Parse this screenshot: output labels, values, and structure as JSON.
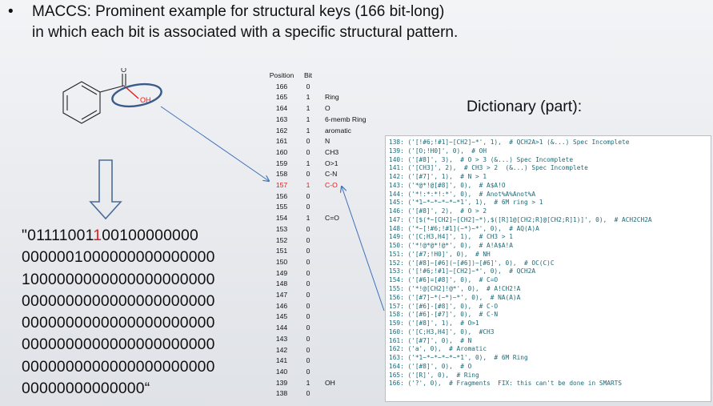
{
  "bullet": {
    "symbol": "•",
    "text": "MACCS: Prominent example for structural keys (166 bit-long)\nin which each bit is associated with a specific structural pattern."
  },
  "molecule": {
    "atoms": [
      "O",
      "OH"
    ],
    "highlight_color": "#e31b1b",
    "ring_color": "#3b5a8c"
  },
  "bit_string": {
    "lines": [
      {
        "before": "\"01111001",
        "red": "1",
        "after": "00100000000"
      },
      {
        "before": "0000001000000000000000",
        "red": "",
        "after": ""
      },
      {
        "before": "1000000000000000000000",
        "red": "",
        "after": ""
      },
      {
        "before": "0000000000000000000000",
        "red": "",
        "after": ""
      },
      {
        "before": "0000000000000000000000",
        "red": "",
        "after": ""
      },
      {
        "before": "0000000000000000000000",
        "red": "",
        "after": ""
      },
      {
        "before": "0000000000000000000000",
        "red": "",
        "after": ""
      },
      {
        "before": "00000000000000“",
        "red": "",
        "after": ""
      }
    ]
  },
  "position_table": {
    "headers": {
      "position": "Position",
      "bit": "Bit"
    },
    "rows": [
      {
        "position": "166",
        "bit": "0",
        "pattern": ""
      },
      {
        "position": "165",
        "bit": "1",
        "pattern": "Ring"
      },
      {
        "position": "164",
        "bit": "1",
        "pattern": "O"
      },
      {
        "position": "163",
        "bit": "1",
        "pattern": "6-memb Ring"
      },
      {
        "position": "162",
        "bit": "1",
        "pattern": "aromatic"
      },
      {
        "position": "161",
        "bit": "0",
        "pattern": "N"
      },
      {
        "position": "160",
        "bit": "0",
        "pattern": "CH3"
      },
      {
        "position": "159",
        "bit": "1",
        "pattern": "O>1"
      },
      {
        "position": "158",
        "bit": "0",
        "pattern": "C-N"
      },
      {
        "position": "157",
        "bit": "1",
        "pattern": "C-O",
        "highlight": true
      },
      {
        "position": "156",
        "bit": "0",
        "pattern": ""
      },
      {
        "position": "155",
        "bit": "0",
        "pattern": ""
      },
      {
        "position": "154",
        "bit": "1",
        "pattern": "C=O"
      },
      {
        "position": "153",
        "bit": "0",
        "pattern": ""
      },
      {
        "position": "152",
        "bit": "0",
        "pattern": ""
      },
      {
        "position": "151",
        "bit": "0",
        "pattern": ""
      },
      {
        "position": "150",
        "bit": "0",
        "pattern": ""
      },
      {
        "position": "149",
        "bit": "0",
        "pattern": ""
      },
      {
        "position": "148",
        "bit": "0",
        "pattern": ""
      },
      {
        "position": "147",
        "bit": "0",
        "pattern": ""
      },
      {
        "position": "146",
        "bit": "0",
        "pattern": ""
      },
      {
        "position": "145",
        "bit": "0",
        "pattern": ""
      },
      {
        "position": "144",
        "bit": "0",
        "pattern": ""
      },
      {
        "position": "143",
        "bit": "0",
        "pattern": ""
      },
      {
        "position": "142",
        "bit": "0",
        "pattern": ""
      },
      {
        "position": "141",
        "bit": "0",
        "pattern": ""
      },
      {
        "position": "140",
        "bit": "0",
        "pattern": ""
      },
      {
        "position": "139",
        "bit": "1",
        "pattern": "OH"
      },
      {
        "position": "138",
        "bit": "0",
        "pattern": ""
      }
    ]
  },
  "dictionary": {
    "title": "Dictionary (part):",
    "lines": [
      "138: ('[!#6;!#1]~[CH2]~*', 1),  # QCH2A>1 (&...) Spec Incomplete",
      "139: ('[O;!H0]', 0),  # OH",
      "140: ('[#8]', 3),  # O > 3 (&...) Spec Incomplete",
      "141: ('[CH3]', 2),  # CH3 > 2  (&...) Spec Incomplete",
      "142: ('[#7]', 1),  # N > 1",
      "143: ('*@*!@[#8]', 0),  # A$A!O",
      "144: ('*!:*:*!:*', 0),  # Anot%A%Anot%A",
      "145: ('*1~*~*~*~*~*1', 1),  # 6M ring > 1",
      "146: ('[#8]', 2),  # O > 2",
      "147: ('[$(*~[CH2]~[CH2]~*),$([R]1@[CH2;R]@[CH2;R]1)]', 0),  # ACH2CH2A",
      "148: ('*~[!#6;!#1](~*)~*', 0),  # AQ(A)A",
      "149: ('[C;H3,H4]', 1),  # CH3 > 1",
      "150: ('*!@*@*!@*', 0),  # A!A$A!A",
      "151: ('[#7;!H0]', 0),  # NH",
      "152: ('[#8]~[#6](~[#6])~[#6]', 0),  # OC(C)C",
      "153: ('[!#6;!#1]~[CH2]~*', 0),  # QCH2A",
      "154: ('[#6]=[#8]', 0),  # C=O",
      "155: ('*!@[CH2]!@*', 0),  # A!CH2!A",
      "156: ('[#7]~*(~*)~*', 0),  # NA(A)A",
      "157: ('[#6]-[#8]', 0),  # C-O",
      "158: ('[#6]-[#7]', 0),  # C-N",
      "159: ('[#8]', 1),  # O>1",
      "160: ('[C;H3,H4]', 0),  #CH3",
      "161: ('[#7]', 0),  # N",
      "162: ('a', 0),  # Aromatic",
      "163: ('*1~*~*~*~*~*1', 0),  # 6M Ring",
      "164: ('[#8]', 0),  # O",
      "165: ('[R]', 0),  # Ring",
      "166: ('?', 0),  # Fragments  FIX: this can't be done in SMARTS"
    ]
  },
  "colors": {
    "highlight": "#e31b1b",
    "connector": "#3e73b8",
    "down_arrow": "#4a6c99",
    "dictionary_text": "#1d6b78"
  }
}
